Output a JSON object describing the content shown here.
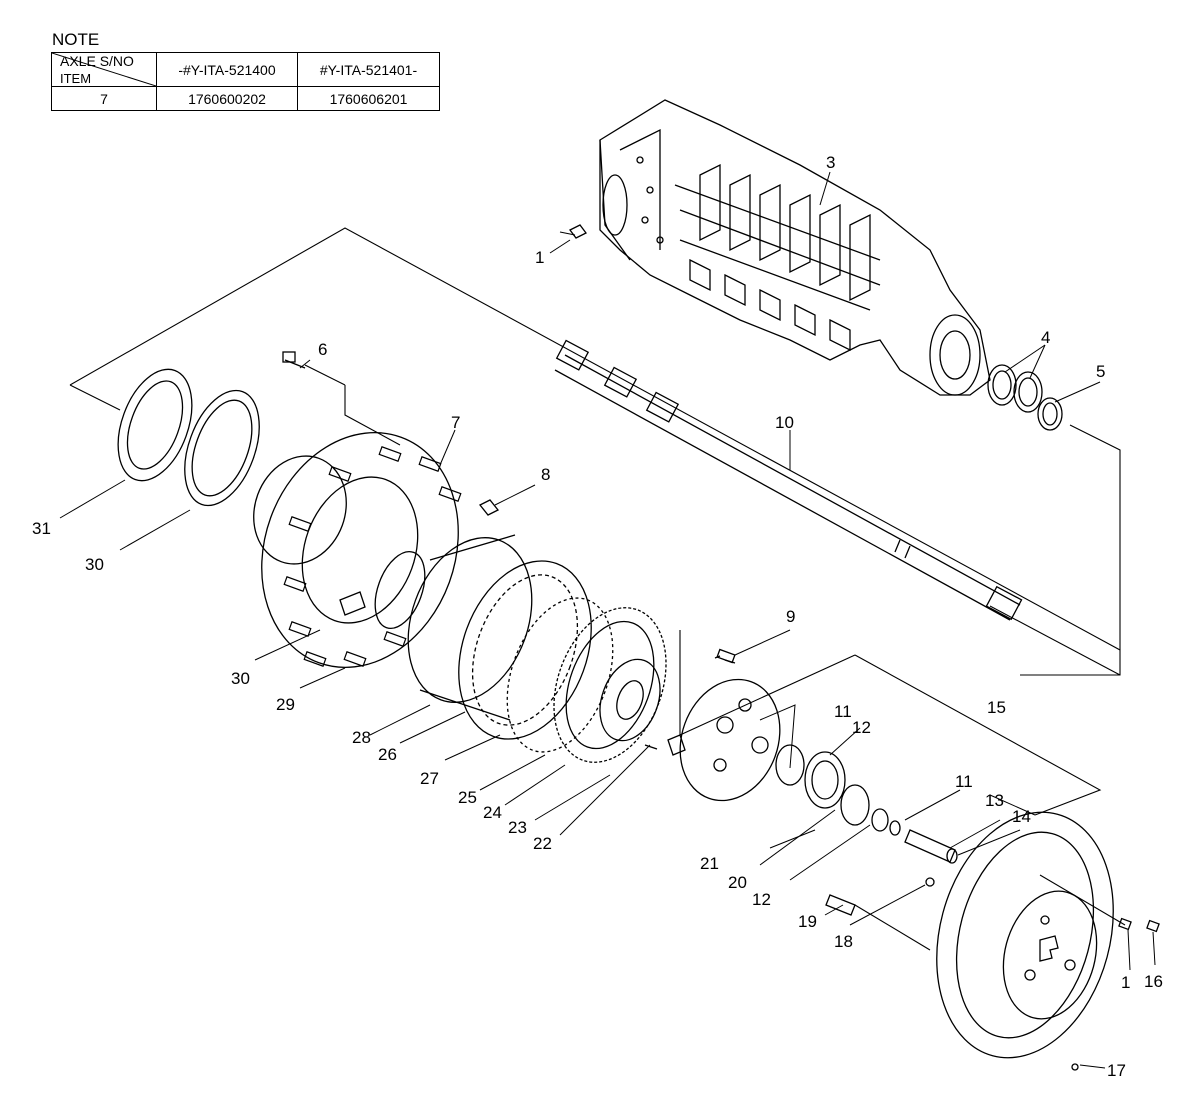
{
  "note": {
    "title": "NOTE",
    "header_top": "AXLE S/NO",
    "header_bottom": "ITEM",
    "col1": "-#Y-ITA-521400",
    "col2": "#Y-ITA-521401-",
    "row": {
      "item": "7",
      "col1": "1760600202",
      "col2": "1760606201"
    }
  },
  "labels": {
    "l1a": "1",
    "l3": "3",
    "l4": "4",
    "l5": "5",
    "l6": "6",
    "l7": "7",
    "l8": "8",
    "l9": "9",
    "l10": "10",
    "l11a": "11",
    "l11b": "11",
    "l12a": "12",
    "l12b": "12",
    "l13": "13",
    "l14": "14",
    "l15": "15",
    "l16": "16",
    "l17": "17",
    "l18": "18",
    "l19": "19",
    "l20": "20",
    "l21": "21",
    "l22": "22",
    "l23": "23",
    "l24": "24",
    "l25": "25",
    "l26": "26",
    "l27": "27",
    "l28": "28",
    "l29": "29",
    "l30a": "30",
    "l30b": "30",
    "l31": "31",
    "l1b": "1"
  }
}
